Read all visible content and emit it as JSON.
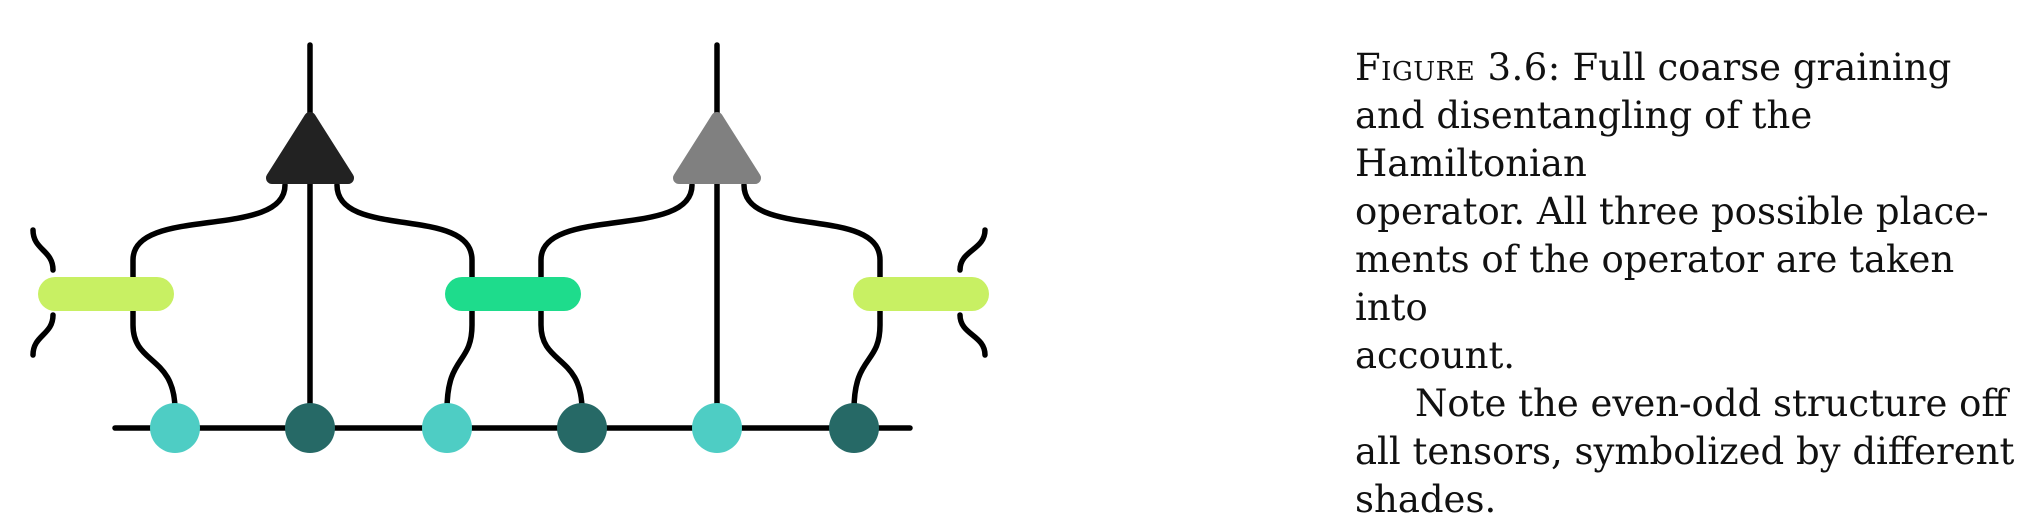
{
  "figure": {
    "label": "Figure 3.6:",
    "caption_line_1": "Full coarse graining",
    "caption_line_2": "and disentangling of the Hamiltonian",
    "caption_line_3": "operator.  All three possible place-",
    "caption_line_4": "ments of the operator are taken into",
    "caption_line_5": "account.",
    "note_line_1": "Note the even-odd structure off",
    "note_line_2": "all tensors, symbolized by different",
    "note_line_3": "shades."
  },
  "colors": {
    "wire": "#000000",
    "isometry_dark": "#222222",
    "isometry_grey": "#808080",
    "disentangler_light": "#c8f063",
    "disentangler_mid": "#1edc8c",
    "site_light": "#4ecdc4",
    "site_dark": "#266966"
  }
}
